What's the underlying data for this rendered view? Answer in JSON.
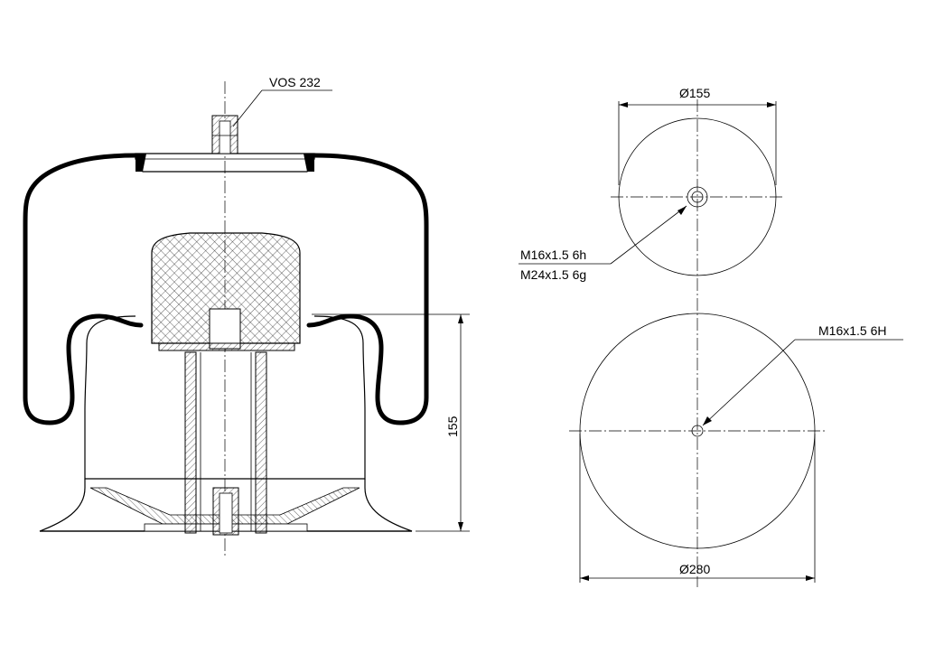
{
  "labels": {
    "valve": "VOS 232",
    "top_diameter": "Ø155",
    "top_thread_1": "M16x1.5 6h",
    "top_thread_2": "M24x1.5 6g",
    "bottom_thread": "M16x1.5 6H",
    "bottom_diameter": "Ø280",
    "height": "155"
  }
}
